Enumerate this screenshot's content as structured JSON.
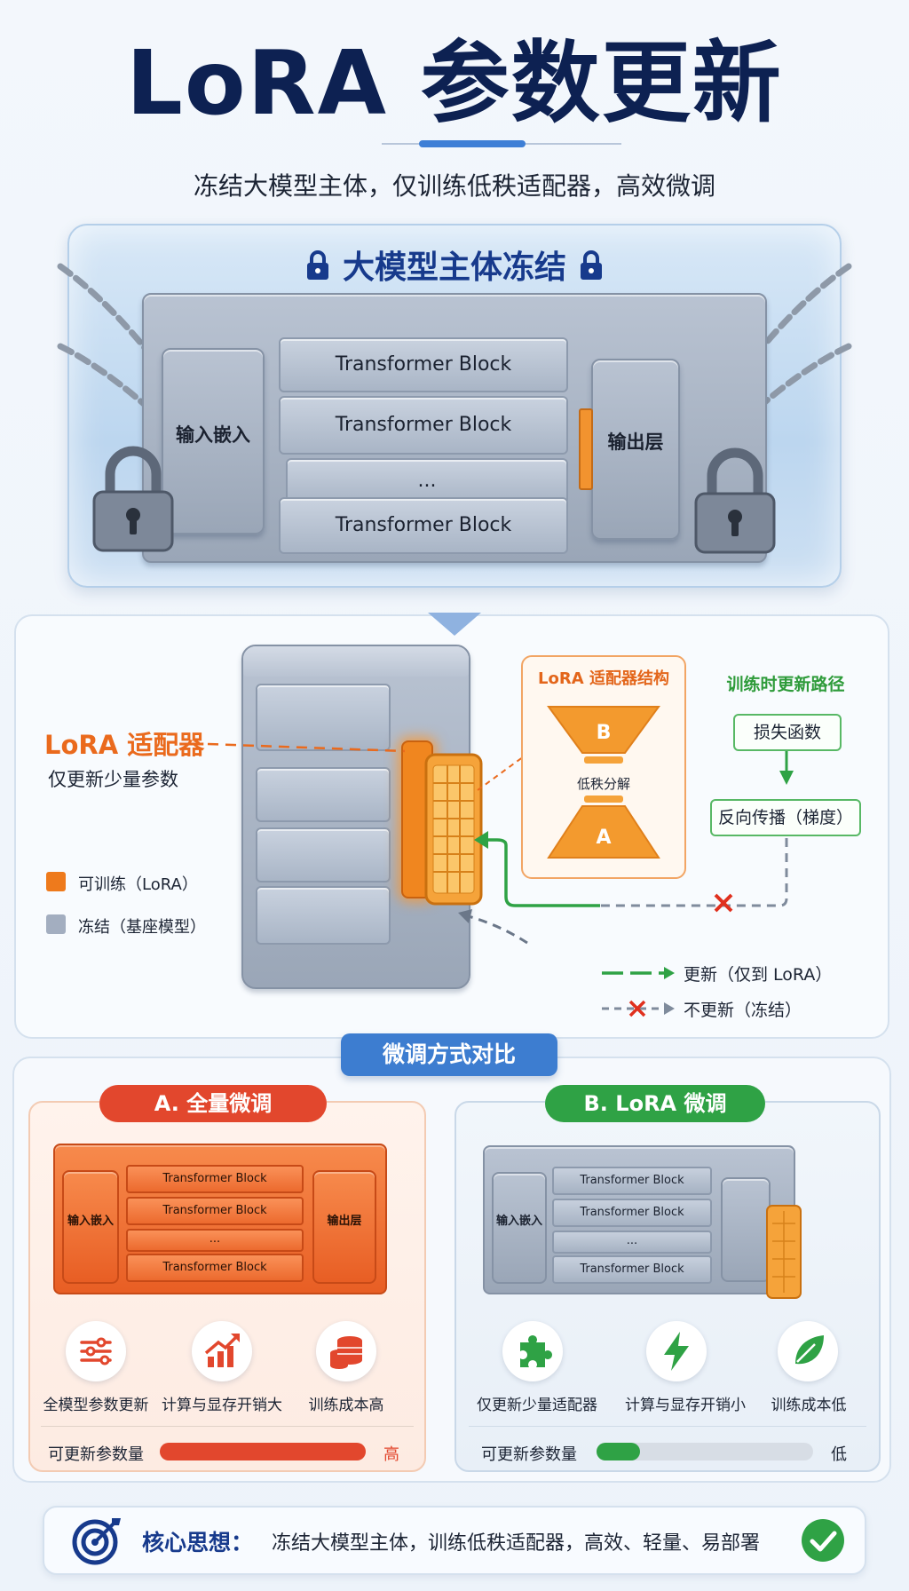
{
  "header": {
    "title": "LoRA 参数更新",
    "subtitle": "冻结大模型主体，仅训练低秩适配器，高效微调"
  },
  "frozen": {
    "title": "大模型主体冻结",
    "input_label": "输入嵌入",
    "output_label": "输出层",
    "blocks": [
      "Transformer Block",
      "Transformer Block",
      "...",
      "Transformer Block"
    ]
  },
  "adapter": {
    "title": "LoRA 适配器",
    "subtitle": "仅更新少量参数",
    "legend_trainable": "可训练（LoRA）",
    "legend_frozen": "冻结（基座模型）",
    "structure_title": "LoRA 适配器结构",
    "matrix_b": "B",
    "matrix_a": "A",
    "rank_label": "低秩分解",
    "path_title": "训练时更新路径",
    "loss_label": "损失函数",
    "backprop_label": "反向传播（梯度）",
    "key_update": "更新（仅到 LoRA）",
    "key_no_update": "不更新（冻结）"
  },
  "compare": {
    "title": "微调方式对比",
    "a": {
      "title": "A. 全量微调",
      "input_label": "输入嵌入",
      "output_label": "输出层",
      "blocks": [
        "Transformer Block",
        "Transformer Block",
        "...",
        "Transformer Block"
      ],
      "features": [
        "全模型参数更新",
        "计算与显存开销大",
        "训练成本高"
      ],
      "bar_label": "可更新参数量",
      "bar_level": "高",
      "bar_fraction": 1.0
    },
    "b": {
      "title": "B. LoRA 微调",
      "input_label": "输入嵌入",
      "blocks": [
        "Transformer Block",
        "Transformer Block",
        "...",
        "Transformer Block"
      ],
      "features": [
        "仅更新少量适配器",
        "计算与显存开销小",
        "训练成本低"
      ],
      "bar_label": "可更新参数量",
      "bar_level": "低",
      "bar_fraction": 0.2
    }
  },
  "core": {
    "label": "核心思想：",
    "text": "冻结大模型主体，训练低秩适配器，高效、轻量、易部署"
  },
  "colors": {
    "navy": "#0d2152",
    "blue": "#3d7dd0",
    "orange": "#ea6a1d",
    "green": "#2fa245",
    "red": "#e2472d",
    "frozen_gray": "#9aa6b7"
  },
  "icons": [
    "lock-icon",
    "padlock-icon",
    "chain-icon",
    "sliders-icon",
    "chart-up-icon",
    "coins-icon",
    "puzzle-icon",
    "lightning-icon",
    "leaf-icon",
    "target-icon",
    "check-icon"
  ]
}
